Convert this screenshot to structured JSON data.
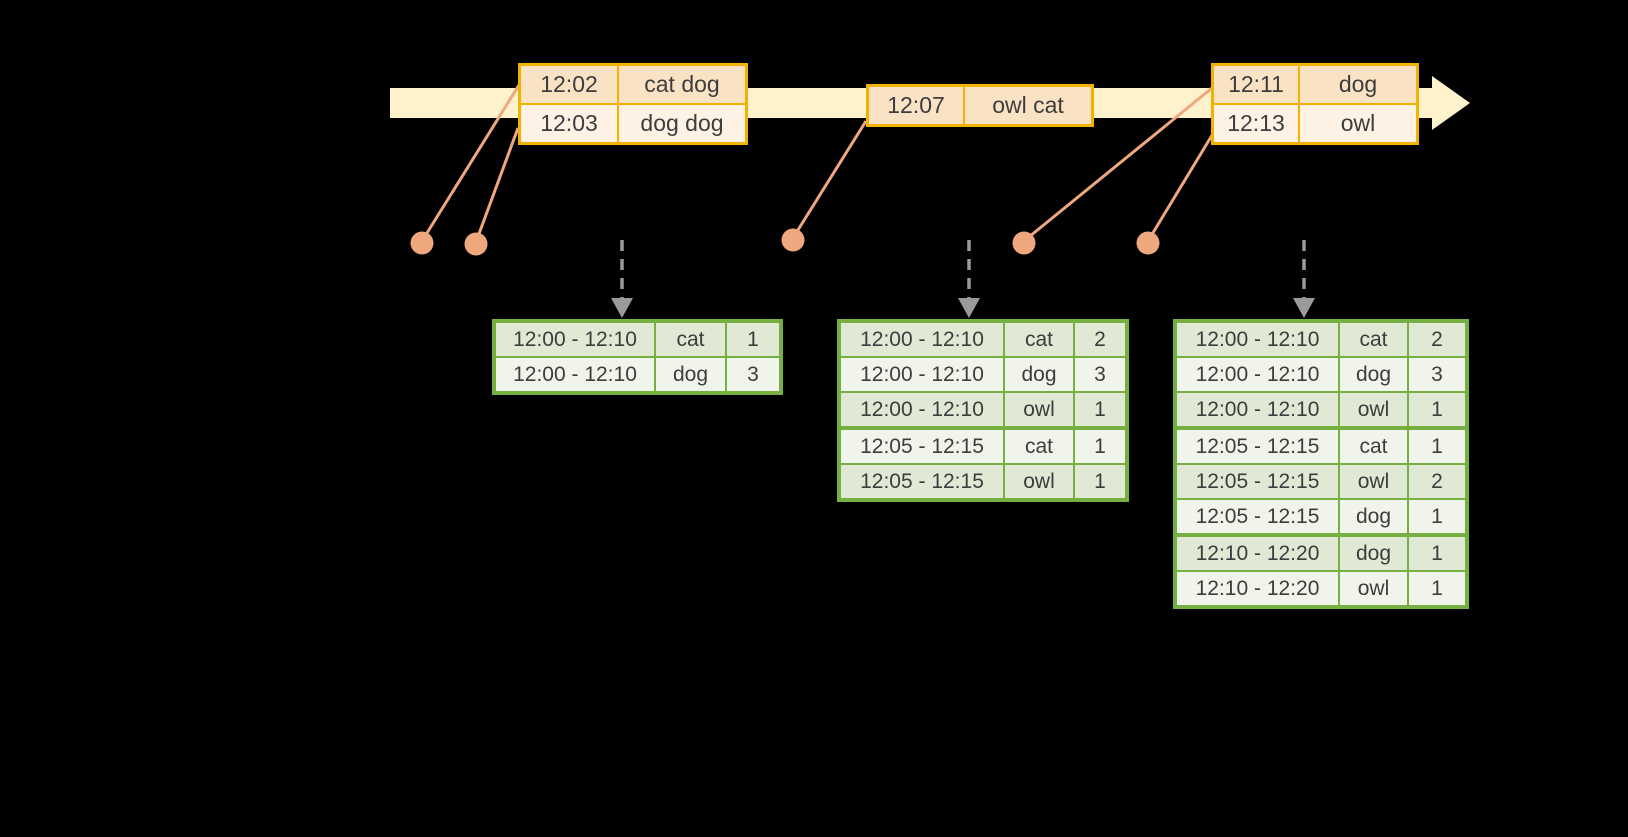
{
  "colors": {
    "bg": "#000000",
    "band": "#fdf2cc",
    "event-border": "#f2b200",
    "peach": "#fae3c5",
    "cream": "#fdf2e4",
    "green-border": "#76b041",
    "green-shade": "#dfe9d3",
    "green-light": "#f0f4ea",
    "salmon": "#efa87e",
    "gray-arrow": "#9a9a9a",
    "ink": "#3d3d3d"
  },
  "icons": {
    "timeline": "right-block-arrow",
    "event_dot": "filled-circle",
    "trigger_arrow": "dashed-down-arrow"
  },
  "event_tables": [
    {
      "rows": [
        {
          "time": "12:02",
          "words": "cat dog"
        },
        {
          "time": "12:03",
          "words": "dog dog"
        }
      ]
    },
    {
      "rows": [
        {
          "time": "12:07",
          "words": "owl cat"
        }
      ]
    },
    {
      "rows": [
        {
          "time": "12:11",
          "words": "dog"
        },
        {
          "time": "12:13",
          "words": "owl"
        }
      ]
    }
  ],
  "result_tables": [
    {
      "rows": [
        {
          "window": "12:00 - 12:10",
          "word": "cat",
          "count": 1
        },
        {
          "window": "12:00 - 12:10",
          "word": "dog",
          "count": 3
        }
      ]
    },
    {
      "rows": [
        {
          "window": "12:00 - 12:10",
          "word": "cat",
          "count": 2
        },
        {
          "window": "12:00 - 12:10",
          "word": "dog",
          "count": 3
        },
        {
          "window": "12:00 - 12:10",
          "word": "owl",
          "count": 1
        },
        {
          "window": "12:05 - 12:15",
          "word": "cat",
          "count": 1
        },
        {
          "window": "12:05 - 12:15",
          "word": "owl",
          "count": 1
        }
      ]
    },
    {
      "rows": [
        {
          "window": "12:00 - 12:10",
          "word": "cat",
          "count": 2
        },
        {
          "window": "12:00 - 12:10",
          "word": "dog",
          "count": 3
        },
        {
          "window": "12:00 - 12:10",
          "word": "owl",
          "count": 1
        },
        {
          "window": "12:05 - 12:15",
          "word": "cat",
          "count": 1
        },
        {
          "window": "12:05 - 12:15",
          "word": "owl",
          "count": 2
        },
        {
          "window": "12:05 - 12:15",
          "word": "dog",
          "count": 1
        },
        {
          "window": "12:10 - 12:20",
          "word": "dog",
          "count": 1
        },
        {
          "window": "12:10 - 12:20",
          "word": "owl",
          "count": 1
        }
      ]
    }
  ]
}
